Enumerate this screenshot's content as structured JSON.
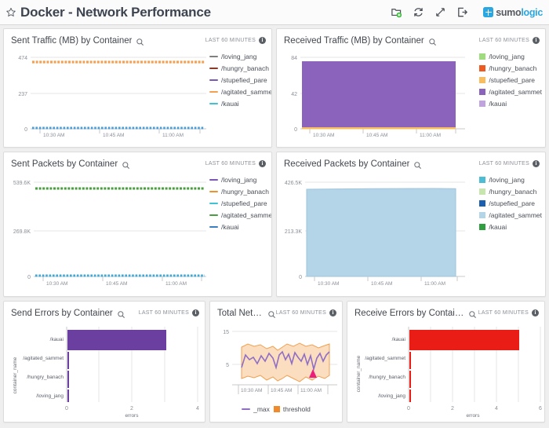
{
  "titlebar": {
    "title": "Docker - Network Performance",
    "star_icon": "star-outline-icon",
    "icons": [
      {
        "name": "add-to-dashboard-icon",
        "label": "Add to Dashboard"
      },
      {
        "name": "refresh-icon",
        "label": "Refresh"
      },
      {
        "name": "expand-icon",
        "label": "Expand"
      },
      {
        "name": "exit-icon",
        "label": "Exit"
      }
    ],
    "logo": {
      "mark": "plus-icon",
      "text_primary": "sumo",
      "text_secondary": "logic"
    }
  },
  "common": {
    "time_range": "LAST 60 MINUTES",
    "search_icon": "magnifier-icon",
    "info_icon": "info-icon"
  },
  "colors": {
    "orange": "#f5a051",
    "orange_strong": "#f18a2b",
    "purple_area": "#8b63bd",
    "purple_bar": "#6b3fa0",
    "purple_line": "#8e6fc4",
    "light_blue_area": "#b4d4e8",
    "light_blue_stroke": "#9ec4dc",
    "green_line": "#4a9e3f",
    "cyan": "#3fc2d4",
    "red_bar": "#ea1d16",
    "threshold_fill": "#fbddc0",
    "threshold_stroke": "#f0a050",
    "marker_pink": "#ec1e79",
    "accent_blue": "#2aa7e0"
  },
  "panels": [
    {
      "id": "sent-traffic",
      "title": "Sent Traffic (MB) by Container",
      "chart_data": {
        "type": "line",
        "title": "Sent Traffic (MB) by Container",
        "xlabel": "",
        "ylabel": "",
        "ylim": [
          0,
          474
        ],
        "yticks": [
          "0",
          "237",
          "474"
        ],
        "ytick_values": [
          0,
          237,
          474
        ],
        "xticks": [
          "10:30 AM",
          "10:45 AM",
          "11:00 AM"
        ],
        "grid": true,
        "legend_position": "right",
        "legend_style": "line",
        "series": [
          {
            "name": "/loving_jang",
            "color": "#7f7f7f",
            "value": 0
          },
          {
            "name": "/hungry_banach",
            "color": "#8c3a28",
            "value": 0
          },
          {
            "name": "/stupefied_pare",
            "color": "#7b57b5",
            "value": 0
          },
          {
            "name": "/agitated_sammet",
            "color": "#f5a051",
            "value": 450
          },
          {
            "name": "/kauai",
            "color": "#3fc2d4",
            "value": 2
          }
        ]
      }
    },
    {
      "id": "received-traffic",
      "title": "Received Traffic (MB) by Container",
      "chart_data": {
        "type": "area",
        "title": "Received Traffic (MB) by Container",
        "xlabel": "",
        "ylabel": "",
        "ylim": [
          0,
          84
        ],
        "yticks": [
          "0",
          "42",
          "84"
        ],
        "ytick_values": [
          0,
          42,
          84
        ],
        "xticks": [
          "10:30 AM",
          "10:45 AM",
          "11:00 AM"
        ],
        "grid": true,
        "legend_position": "right",
        "legend_style": "square",
        "series": [
          {
            "name": "/loving_jang",
            "color": "#9fdc7e",
            "value": 0
          },
          {
            "name": "/hungry_banach",
            "color": "#ef5a20",
            "value": 0
          },
          {
            "name": "/stupefied_pare",
            "color": "#f7bd5e",
            "value": 0
          },
          {
            "name": "/agitated_sammet",
            "color": "#8b63bd",
            "value": 78
          },
          {
            "name": "/kauai",
            "color": "#bfa4dd",
            "value": 1
          }
        ]
      }
    },
    {
      "id": "sent-packets",
      "title": "Sent Packets by Container",
      "chart_data": {
        "type": "line",
        "title": "Sent Packets by Container",
        "xlabel": "",
        "ylabel": "",
        "ylim": [
          0,
          539600
        ],
        "yticks": [
          "0",
          "269.8K",
          "539.6K"
        ],
        "ytick_values": [
          0,
          269800,
          539600
        ],
        "xticks": [
          "10:30 AM",
          "10:45 AM",
          "11:00 AM"
        ],
        "grid": true,
        "legend_position": "right",
        "legend_style": "line",
        "series": [
          {
            "name": "/loving_jang",
            "color": "#7b57b5",
            "value": 0
          },
          {
            "name": "/hungry_banach",
            "color": "#f0922c",
            "value": 0
          },
          {
            "name": "/stupefied_pare",
            "color": "#3fc2d4",
            "value": 2000
          },
          {
            "name": "/agitated_sammet",
            "color": "#4a9e3f",
            "value": 500000
          },
          {
            "name": "/kauai",
            "color": "#3a7fc1",
            "value": 1000
          }
        ]
      }
    },
    {
      "id": "received-packets",
      "title": "Received Packets by Container",
      "chart_data": {
        "type": "area",
        "title": "Received Packets by Container",
        "xlabel": "",
        "ylabel": "",
        "ylim": [
          0,
          426500
        ],
        "yticks": [
          "0",
          "213.3K",
          "426.5K"
        ],
        "ytick_values": [
          0,
          213300,
          426500
        ],
        "xticks": [
          "10:30 AM",
          "10:45 AM",
          "11:00 AM"
        ],
        "grid": true,
        "legend_position": "right",
        "legend_style": "square",
        "series": [
          {
            "name": "/loving_jang",
            "color": "#4cbdd4",
            "value": 0
          },
          {
            "name": "/hungry_banach",
            "color": "#c7e5ae",
            "value": 0
          },
          {
            "name": "/stupefied_pare",
            "color": "#1a5fb0",
            "value": 0
          },
          {
            "name": "/agitated_sammet",
            "color": "#b4d4e8",
            "value": 395000
          },
          {
            "name": "/kauai",
            "color": "#2e9e3e",
            "value": 0
          }
        ]
      }
    },
    {
      "id": "send-errors",
      "title": "Send Errors by Container",
      "chart_data": {
        "type": "bar",
        "orientation": "horizontal",
        "title": "Send Errors by Container",
        "xlabel": "errors",
        "ylabel": "container_name",
        "xlim": [
          0,
          4
        ],
        "xticks": [
          "0",
          "2",
          "4"
        ],
        "xtick_values": [
          0,
          2,
          4
        ],
        "categories": [
          "/kauai",
          "/agitated_sammet",
          "/hungry_banach",
          "/loving_jang"
        ],
        "values": [
          3,
          0,
          0,
          0
        ],
        "bar_color": "#6b3fa0",
        "grid": true
      }
    },
    {
      "id": "total-network-errors",
      "title": "Total Network Err...",
      "chart_data": {
        "type": "line",
        "title": "Total Network Err...",
        "xlabel": "",
        "ylabel": "",
        "ylim": [
          0,
          17
        ],
        "yticks": [
          "5",
          "15"
        ],
        "ytick_values": [
          5,
          15
        ],
        "xticks": [
          "10:30 AM",
          "10:45 AM",
          "11:00 AM"
        ],
        "grid": true,
        "legend_position": "bottom",
        "legend": [
          {
            "name": "_max",
            "color": "#8e6fc4",
            "style": "line"
          },
          {
            "name": "threshold",
            "color": "#f18a2b",
            "style": "square"
          }
        ],
        "band": {
          "name": "threshold",
          "fill": "#fbddc0",
          "stroke": "#f0a050",
          "upper": [
            11,
            12,
            11.5,
            12,
            11,
            11.5,
            12,
            11,
            10.5,
            11,
            12,
            11.5,
            11,
            12,
            11.5,
            11,
            10.5,
            11.5,
            12,
            11,
            12,
            11.5,
            11,
            12,
            11.5,
            11,
            12,
            11.5,
            11,
            11.5,
            12,
            11,
            11.5,
            11,
            10.5,
            11,
            12,
            11.5,
            11,
            12
          ],
          "lower": [
            3,
            3.5,
            3,
            2.5,
            3,
            3.5,
            3,
            2.5,
            3,
            3.5,
            4,
            3.5,
            3,
            2.5,
            3,
            3.5,
            3,
            2.5,
            3,
            3.5,
            3,
            2.5,
            3,
            3.5,
            3,
            2.5,
            3,
            3.5,
            3,
            3.5,
            3,
            2.5,
            3,
            3.5,
            3,
            2.5,
            3,
            3.5,
            3,
            3.5
          ]
        },
        "series": [
          {
            "name": "_max",
            "color": "#8e6fc4",
            "values": [
              4,
              8,
              6.5,
              7,
              5.5,
              7.5,
              6,
              8,
              7,
              6,
              9,
              7.5,
              8,
              6.5,
              5,
              8,
              9,
              7,
              6,
              8.5,
              7,
              5.5,
              9,
              8,
              4,
              7.5,
              9,
              6,
              8,
              7,
              5,
              9,
              6.5,
              4.5,
              8,
              7,
              9,
              6,
              8,
              9
            ]
          }
        ],
        "marker": {
          "name": "alert-marker",
          "color": "#ec1e79",
          "x_index": 31,
          "y": 4.5
        }
      }
    },
    {
      "id": "receive-errors",
      "title": "Receive Errors by Container",
      "chart_data": {
        "type": "bar",
        "orientation": "horizontal",
        "title": "Receive Errors by Container",
        "xlabel": "errors",
        "ylabel": "container_name",
        "xlim": [
          0,
          6
        ],
        "xticks": [
          "0",
          "2",
          "4",
          "6"
        ],
        "xtick_values": [
          0,
          2,
          4,
          6
        ],
        "categories": [
          "/kauai",
          "/agitated_sammet",
          "/hungry_banach",
          "/loving_jang"
        ],
        "values": [
          5,
          0,
          0,
          0
        ],
        "bar_color": "#ea1d16",
        "grid": true
      }
    }
  ]
}
